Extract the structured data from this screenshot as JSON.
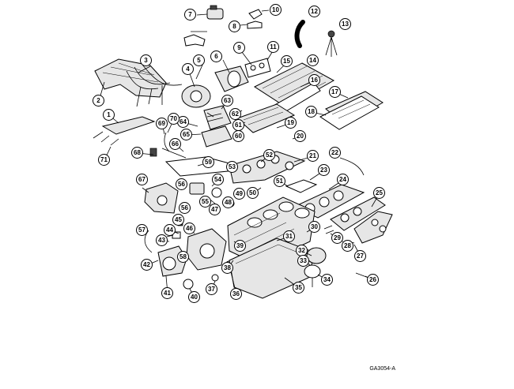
{
  "figure_ref": "GA3054-A",
  "callouts": [
    "1",
    "2",
    "3",
    "4",
    "5",
    "6",
    "7",
    "8",
    "9",
    "10",
    "11",
    "12",
    "13",
    "14",
    "15",
    "16",
    "17",
    "18",
    "19",
    "20",
    "21",
    "22",
    "23",
    "24",
    "25",
    "26",
    "27",
    "28",
    "29",
    "30",
    "31",
    "32",
    "33",
    "34",
    "35",
    "36",
    "37",
    "38",
    "39",
    "40",
    "41",
    "42",
    "43",
    "44",
    "45",
    "46",
    "47",
    "48",
    "49",
    "50",
    "51",
    "52",
    "53",
    "54",
    "55",
    "56",
    "56",
    "57",
    "58",
    "59",
    "60",
    "61",
    "62",
    "63",
    "64",
    "65",
    "66",
    "67",
    "68",
    "69",
    "70",
    "71"
  ]
}
